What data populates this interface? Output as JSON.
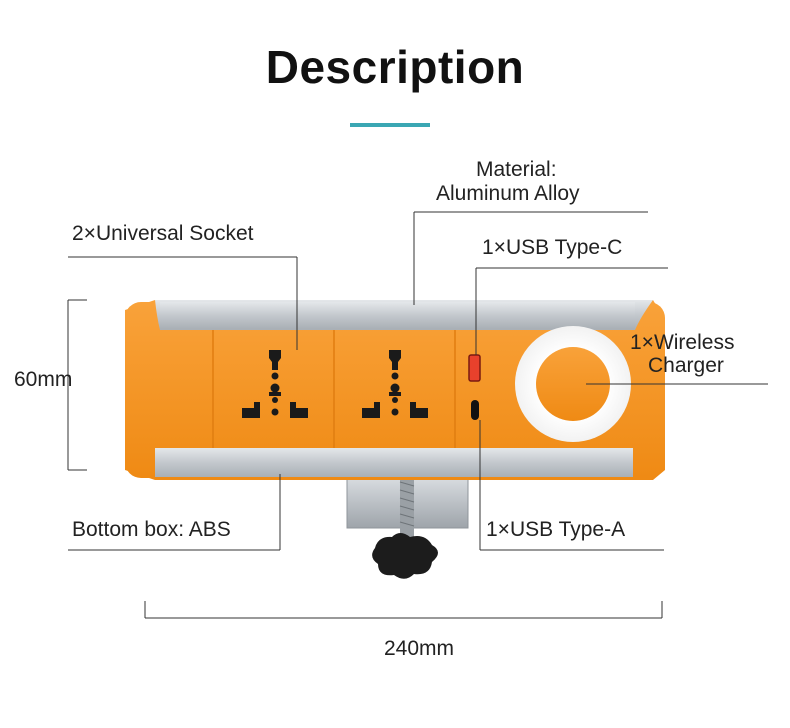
{
  "title": "Description",
  "accent_color": "#3aa7b3",
  "product_colors": {
    "orange": "#f7931e",
    "aluminum": "#c8ccd0",
    "usb_c_red": "#e8412c"
  },
  "labels": {
    "material_line1": "Material:",
    "material_line2": "Aluminum Alloy",
    "universal_socket": "2×Universal Socket",
    "usb_type_c": "1×USB Type-C",
    "wireless_line1": "1×Wireless",
    "wireless_line2": "Charger",
    "height": "60mm",
    "bottom_box": "Bottom box: ABS",
    "usb_type_a": "1×USB Type-A",
    "width": "240mm"
  }
}
